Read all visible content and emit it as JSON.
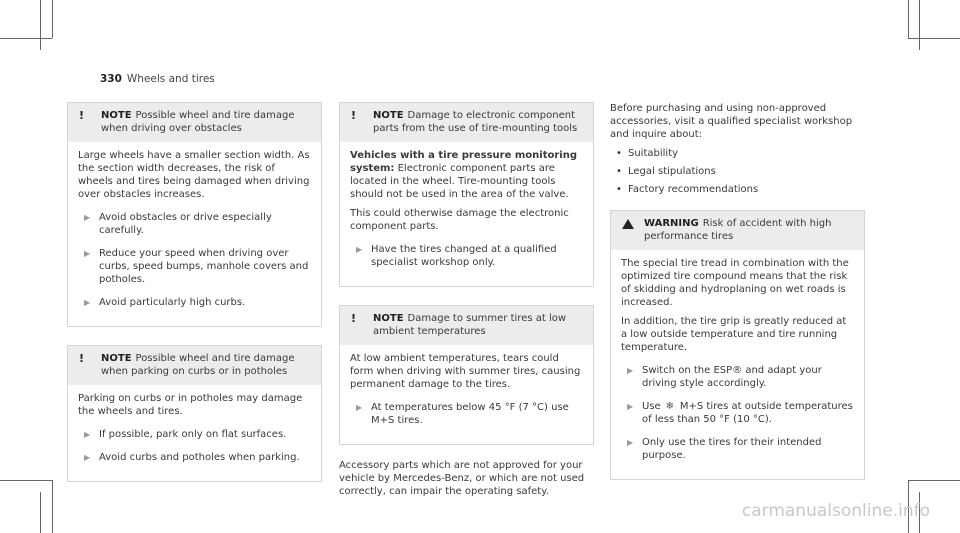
{
  "header": {
    "page_number": "330",
    "section_title": "Wheels and tires"
  },
  "column1": {
    "note1": {
      "tag": "NOTE",
      "heading": "Possible wheel and tire damage when driving over obstacles",
      "text": "Large wheels have a smaller section width. As the section width decreases, the risk of wheels and tires being damaged when driving over obstacles increases.",
      "steps": [
        "Avoid obstacles or drive especially carefully.",
        "Reduce your speed when driving over curbs, speed bumps, manhole covers and potholes.",
        "Avoid particularly high curbs."
      ]
    },
    "note2": {
      "tag": "NOTE",
      "heading": "Possible wheel and tire damage when parking on curbs or in potholes",
      "text": "Parking on curbs or in potholes may damage the wheels and tires.",
      "steps": [
        "If possible, park only on flat surfaces.",
        "Avoid curbs and potholes when parking."
      ]
    }
  },
  "column2": {
    "note1": {
      "tag": "NOTE",
      "heading": "Damage to electronic component parts from the use of tire-mounting tools",
      "bold_title": "Vehicles with a tire pressure monitoring system:",
      "text1": "Electronic component parts are located in the wheel. Tire-mounting tools should not be used in the area of the valve.",
      "text2": "This could otherwise damage the electronic component parts.",
      "step": "Have the tires changed at a qualified specialist workshop only."
    },
    "note2": {
      "tag": "NOTE",
      "heading": "Damage to summer tires at low ambient temperatures",
      "text": "At low ambient temperatures, tears could form when driving with summer tires, causing permanent damage to the tires.",
      "step": "At temperatures below 45 °F (7 °C) use M+S tires."
    },
    "paragraph": "Accessory parts which are not approved for your vehicle by Mercedes-Benz, or which are not used correctly, can impair the operating safety."
  },
  "column3": {
    "intro": "Before purchasing and using non-approved accessories, visit a qualified specialist workshop and inquire about:",
    "bullets": [
      "Suitability",
      "Legal stipulations",
      "Factory recommendations"
    ],
    "warning": {
      "tag": "WARNING",
      "heading": "Risk of accident with high performance tires",
      "text1": "The special tire tread in combination with the optimized tire compound means that the risk of skidding and hydroplaning on wet roads is increased.",
      "text2": "In addition, the tire grip is greatly reduced at a low outside temperature and tire running temperature.",
      "step1": "Switch on the ESP® and adapt your driving style accordingly.",
      "step2_prefix": "Use",
      "step2_rest": "M+S tires at outside temperatures of less than 50 °F (10 °C).",
      "step3": "Only use the tires for their intended purpose."
    }
  },
  "watermark": "carmanualsonline.info"
}
